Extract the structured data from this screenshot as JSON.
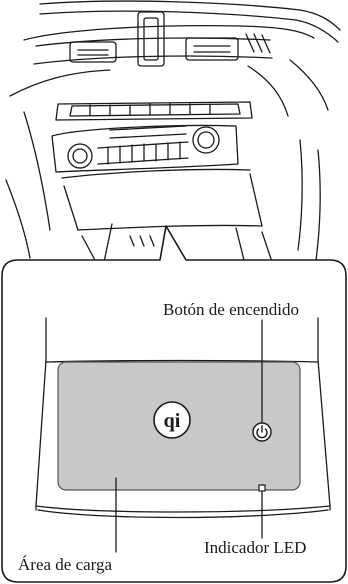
{
  "callouts": {
    "power_button": "Botón de encendido",
    "led_indicator": "Indicador LED",
    "charging_area": "Área de carga"
  },
  "icons": {
    "charging_logo": "qi-logo-icon",
    "power": "power-icon"
  },
  "colors": {
    "line": "#1a1a1a",
    "charging_pad": "#c8c8c8",
    "background": "#ffffff"
  }
}
